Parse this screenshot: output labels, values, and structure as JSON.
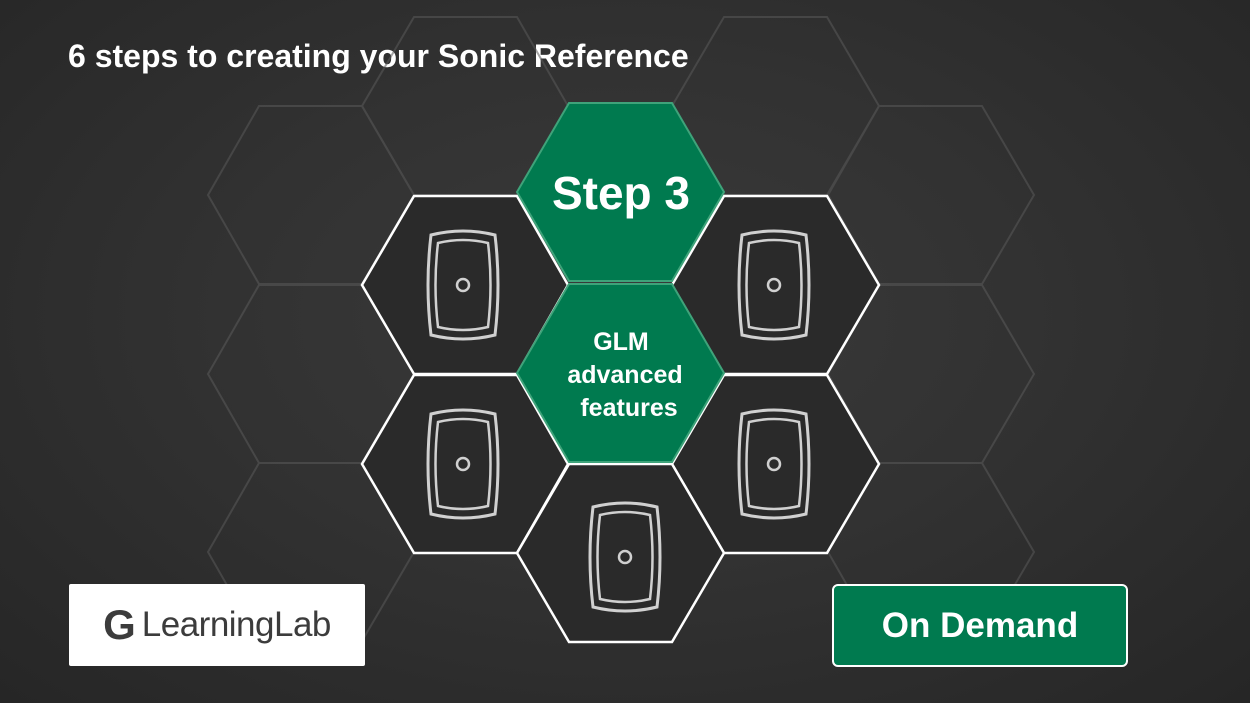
{
  "headline": "6 steps to creating your Sonic Reference",
  "step_hex": {
    "label": "Step 3"
  },
  "feature_hex": {
    "lines": [
      "GLM",
      "advanced",
      "features"
    ]
  },
  "logo": {
    "mark": "G",
    "text": "LearningLab"
  },
  "cta": {
    "label": "On Demand"
  },
  "colors": {
    "brand_green": "#007a4f",
    "background": "#323232",
    "outline": "#ffffff"
  },
  "icons": [
    "speaker-icon"
  ]
}
